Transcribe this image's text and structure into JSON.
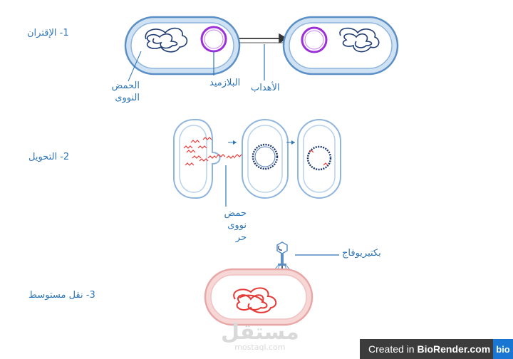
{
  "sections": {
    "conjugation": {
      "title": "1- الإقتران"
    },
    "transformation": {
      "title": "2- التحويل"
    },
    "transduction": {
      "title": "3- نقل مستوسط"
    }
  },
  "labels": {
    "nucleic_acid": [
      "الحمض",
      "النووى"
    ],
    "plasmid": "البلازميد",
    "pilus": "الأهداب",
    "free_nucleic_acid": [
      "حمض",
      "نووى",
      "حر"
    ],
    "bacteriophage": "بكتيريوفاج"
  },
  "watermark": {
    "arabic": "مستقل",
    "latin": "mostaql.com"
  },
  "badge": {
    "prefix": "Created in ",
    "brand": "BioRender.com",
    "logo": "bio"
  },
  "colors": {
    "label_blue": "#2e75b6",
    "cell_outline": "#5b8fc6",
    "cell_fill": "#cfe2f3",
    "plasmid_purple": "#9b30d9",
    "dna_navy": "#1f3b73",
    "dna_red": "#e53935",
    "infected_cell_fill": "#f7d6d6"
  }
}
